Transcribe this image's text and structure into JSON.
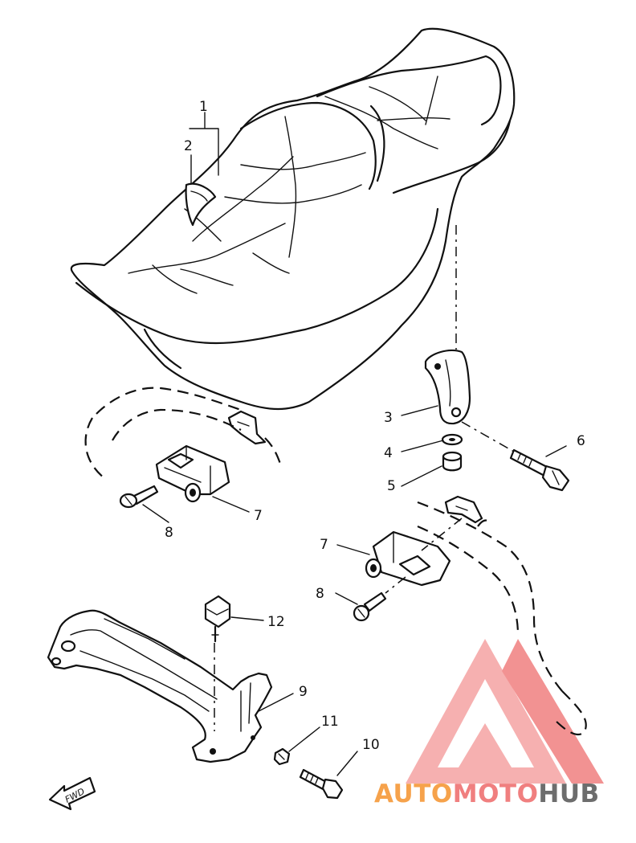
{
  "callouts": {
    "c1": "1",
    "c2": "2",
    "c3": "3",
    "c4": "4",
    "c5": "5",
    "c6": "6",
    "c7a": "7",
    "c7b": "7",
    "c8a": "8",
    "c8b": "8",
    "c9": "9",
    "c10": "10",
    "c11": "11",
    "c12": "12"
  },
  "fwd_label": "FWD",
  "watermark": {
    "part1": "AUTO",
    "part2": "MOTO",
    "part3": "HUB",
    "colors": {
      "orange": "#f6a24b",
      "red": "#f07f7f",
      "gray": "#6d6d6d"
    }
  }
}
